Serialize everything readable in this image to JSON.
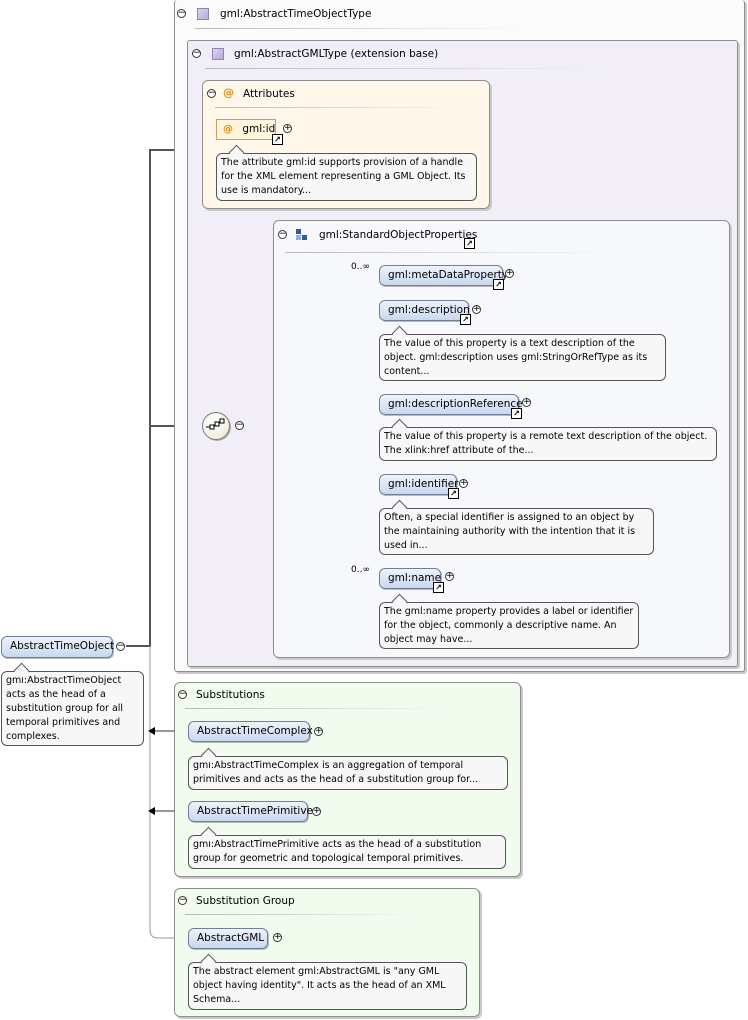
{
  "root": {
    "label": "AbstractTimeObject",
    "note": "gml:AbstractTimeObject acts as the head of a substitution group for all temporal primitives and complexes."
  },
  "type": {
    "title": "gml:AbstractTimeObjectType",
    "base_title": "gml:AbstractGMLType (extension base)"
  },
  "attributes": {
    "title": "Attributes",
    "item_label": "gml:id",
    "item_note": "The attribute gml:id supports provision of a handle for the XML element representing a GML Object. Its use is mandatory..."
  },
  "group": {
    "title": "gml:StandardObjectProperties",
    "elements": [
      {
        "label": "gml:metaDataProperty",
        "cardinality": "0..∞",
        "note": ""
      },
      {
        "label": "gml:description",
        "cardinality": "",
        "note": "The value of this property is a text description of the object. gml:description uses gml:StringOrRefType as its content..."
      },
      {
        "label": "gml:descriptionReference",
        "cardinality": "",
        "note": "The value of this property is a remote text description of the object. The xlink:href attribute of the..."
      },
      {
        "label": "gml:identifier",
        "cardinality": "",
        "note": "Often, a special identifier is assigned to an object by the maintaining authority with the intention that it is used in..."
      },
      {
        "label": "gml:name",
        "cardinality": "0..∞",
        "note": "The gml:name property provides a label or identifier for the object, commonly a descriptive name. An object may have..."
      }
    ]
  },
  "substitutions": {
    "title": "Substitutions",
    "items": [
      {
        "label": "AbstractTimeComplex",
        "note": "gml:AbstractTimeComplex is an aggregation of temporal primitives and acts as the head of a substitution group for..."
      },
      {
        "label": "AbstractTimePrimitive",
        "note": "gml:AbstractTimePrimitive acts as the head of a substitution group for geometric and topological temporal primitives."
      }
    ]
  },
  "substitution_group": {
    "title": "Substitution Group",
    "item_label": "AbstractGML",
    "item_note": "The abstract element gml:AbstractGML is \"any GML object having identity\". It acts as the head of an XML Schema..."
  },
  "glyphs": {
    "minus": "−",
    "plus": "+",
    "link": "↗"
  }
}
